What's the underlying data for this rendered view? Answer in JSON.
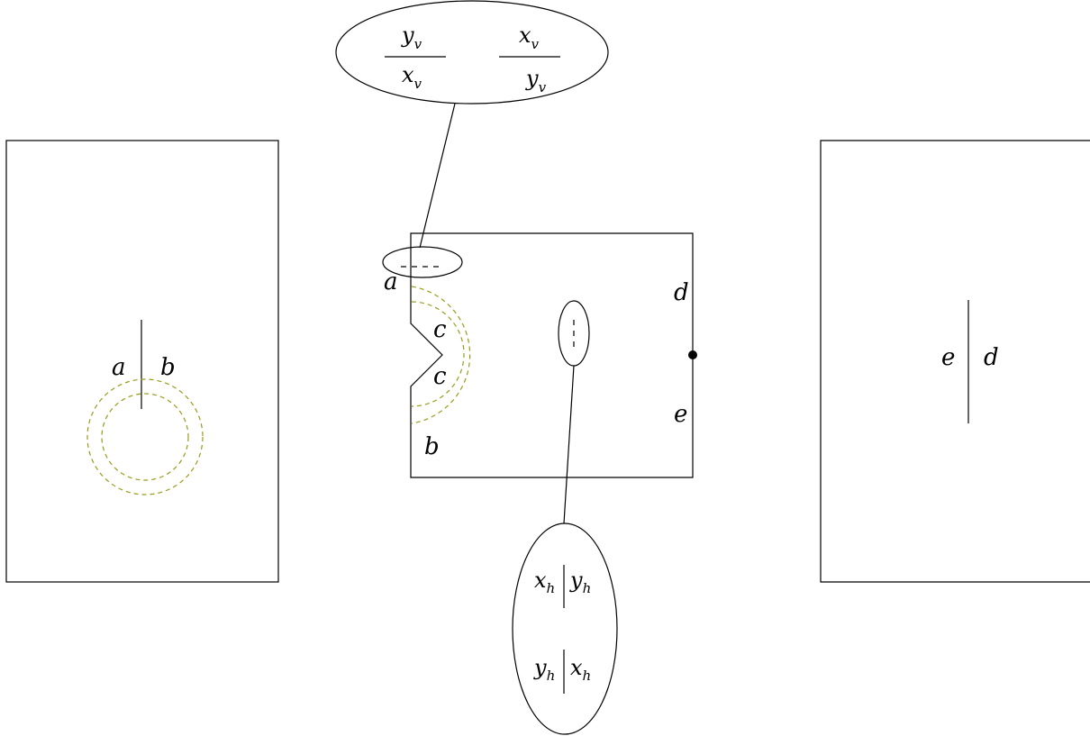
{
  "left_panel": {
    "label_a": "a",
    "label_b": "b"
  },
  "center_panel": {
    "label_a": "a",
    "label_b": "b",
    "label_c_upper": "c",
    "label_c_lower": "c",
    "label_d": "d",
    "label_e": "e"
  },
  "right_panel": {
    "label_e": "e",
    "label_d": "d"
  },
  "top_callout": {
    "left_fraction": {
      "numerator": "y",
      "numerator_sub": "v",
      "denominator": "x",
      "denominator_sub": "v"
    },
    "right_fraction": {
      "numerator": "x",
      "numerator_sub": "v",
      "denominator": "y",
      "denominator_sub": "v"
    }
  },
  "bottom_callout": {
    "row1": {
      "left": "x",
      "left_sub": "h",
      "right": "y",
      "right_sub": "h"
    },
    "row2": {
      "left": "y",
      "left_sub": "h",
      "right": "x",
      "right_sub": "h"
    }
  },
  "colors": {
    "line": "#000000",
    "dashed_arc": "#9a9a1a",
    "background": "#ffffff"
  }
}
